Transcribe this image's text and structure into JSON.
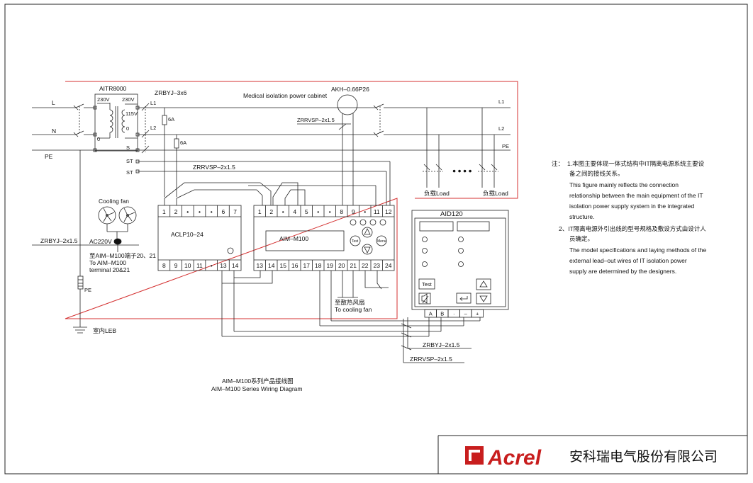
{
  "colors": {
    "line": "#222222",
    "cabinet_border": "#d43030",
    "logo_red": "#c81e1e"
  },
  "title": {
    "cn": "AIM–M100系列产品接线图",
    "en": "AIM–M100 Series Wiring Diagram"
  },
  "notes": {
    "n1_prefix": "注：",
    "n1_cn_a": "1.本图主要体现一体式结构中IT隔离电源系统主要设",
    "n1_cn_b": "备之间的接线关系。",
    "n1_en": [
      "This figure mainly reflects the connection",
      "relationship between the main equipment of the IT",
      "isolation power supply system in the integrated",
      "structure."
    ],
    "n2_cn_a": "2、IT隔离电源外引出线的型号规格及敷设方式由设计人",
    "n2_cn_b": "员确定。",
    "n2_en": [
      "The model specifications and laying methods of the",
      "external lead–out wires of IT isolation power",
      "supply are determined by the designers."
    ]
  },
  "brand": {
    "logo": "Acrel",
    "company": "安科瑞电气股份有限公司"
  },
  "cabinet": {
    "label": "Medical isolation power cabinet"
  },
  "inputs": {
    "L": "L",
    "N": "N",
    "PE": "PE"
  },
  "transformer": {
    "name": "AITR8000",
    "pri": "230V",
    "sec": "230V",
    "tap": "115V",
    "zero1": "0",
    "zero2": "0"
  },
  "terminals": {
    "L1": "L1",
    "L2": "L2",
    "S": "S",
    "ST1": "ST",
    "ST2": "ST"
  },
  "outputs": {
    "L1": "L1",
    "L2": "L2",
    "PE": "PE"
  },
  "loads": {
    "load1": "负载Load",
    "load2": "负载Load",
    "dots": "● ● ● ●"
  },
  "cables": {
    "zrbyj_3x6": "ZRBYJ–3x6",
    "zrrvsp_top": "ZRRVSP–2x1.5",
    "zrrvsp_akh": "ZRRVSP–2x1.5",
    "zrbyj_left": "ZRBYJ–2x1.5",
    "zrbyj_bottom": "ZRBYJ–2x1.5",
    "zrrvsp_bottom": "ZRRVSP–2x1.5"
  },
  "fuses": {
    "f1": "6A",
    "f2": "6A"
  },
  "akh": {
    "name": "AKH–0.66P26"
  },
  "aclp": {
    "name": "ACLP10–24",
    "top": [
      "1",
      "2",
      "•",
      "•",
      "•",
      "6",
      "7"
    ],
    "bottom": [
      "8",
      "9",
      "10",
      "11",
      "•",
      "13",
      "14"
    ]
  },
  "aim": {
    "name": "AIM–M100",
    "btn_test": "Test",
    "btn_menu": "Menu",
    "top": [
      "1",
      "2",
      "•",
      "4",
      "5",
      "•",
      "•",
      "8",
      "9",
      "•",
      "11",
      "12"
    ],
    "bottom": [
      "13",
      "14",
      "15",
      "16",
      "17",
      "18",
      "19",
      "20",
      "21",
      "22",
      "23",
      "24"
    ]
  },
  "aid": {
    "name": "AID120",
    "btn_test": "Test",
    "terms": [
      "A",
      "B",
      "·",
      "–",
      "+"
    ]
  },
  "fan": {
    "label": "Cooling fan",
    "power": "AC220V",
    "note_cn": "至AIM–M100端子20、21",
    "note_en1": "To AIM–M100",
    "note_en2": "terminal 20&21"
  },
  "fan_target": {
    "cn": "至散热风扇",
    "en": "To cooling fan"
  },
  "ground": {
    "pe": "PE",
    "leb": "室内LEB"
  }
}
